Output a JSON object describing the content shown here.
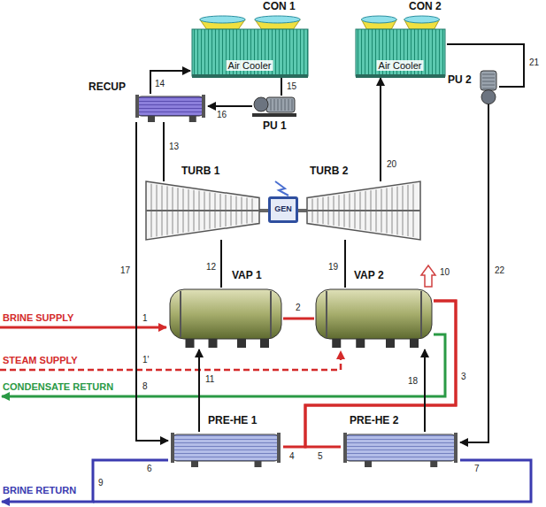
{
  "diagram": {
    "nodes": [
      {
        "text": [
          "CON 1",
          "Air Cooler"
        ]
      },
      {
        "text": [
          "CON 2",
          "Air Cooler"
        ]
      },
      {
        "text": [
          "RECUP"
        ]
      },
      {
        "text": [
          "PU 1"
        ]
      },
      {
        "text": [
          "PU 2"
        ]
      },
      {
        "text": [
          "TURB 1"
        ]
      },
      {
        "text": [
          "GEN"
        ]
      },
      {
        "text": [
          "TURB 2"
        ]
      },
      {
        "text": [
          "VAP 1"
        ]
      },
      {
        "text": [
          "VAP 2"
        ]
      },
      {
        "text": [
          "PRE-HE 1"
        ]
      },
      {
        "text": [
          "PRE-HE 2"
        ]
      }
    ],
    "edges": [
      {
        "from": 8,
        "to": 5,
        "arrow": "none"
      },
      {
        "from": 5,
        "to": 2,
        "arrow": "none"
      },
      {
        "from": 2,
        "to": 0,
        "arrow": "to"
      },
      {
        "from": 0,
        "to": 3,
        "arrow": "none"
      },
      {
        "from": 3,
        "to": 2,
        "arrow": "to"
      },
      {
        "from": 2,
        "to": 10,
        "arrow": "to"
      },
      {
        "from": 10,
        "to": 8,
        "arrow": "to"
      },
      {
        "from": 8,
        "to": 9,
        "arrow": "none"
      },
      {
        "from": 9,
        "to": 10,
        "arrow": "none"
      },
      {
        "from": 9,
        "to": 11,
        "arrow": "none"
      },
      {
        "from": 9,
        "to": 7,
        "arrow": "none"
      },
      {
        "from": 7,
        "to": 1,
        "arrow": "to"
      },
      {
        "from": 1,
        "to": 4,
        "arrow": "none"
      },
      {
        "from": 4,
        "to": 11,
        "arrow": "to"
      },
      {
        "from": 11,
        "to": 9,
        "arrow": "to"
      },
      {
        "from": 5,
        "to": 6,
        "arrow": "none"
      },
      {
        "from": 6,
        "to": 7,
        "arrow": "none"
      }
    ],
    "labels": [
      "BRINE SUPPLY",
      "1",
      "STEAM SUPPLY",
      "1'",
      "CONDENSATE RETURN",
      "8",
      "BRINE RETURN",
      "9",
      "2",
      "3",
      "4",
      "5",
      "6",
      "7",
      "10",
      "11",
      "12",
      "13",
      "14",
      "15",
      "16",
      "17",
      "18",
      "19",
      "20",
      "21",
      "22"
    ]
  }
}
